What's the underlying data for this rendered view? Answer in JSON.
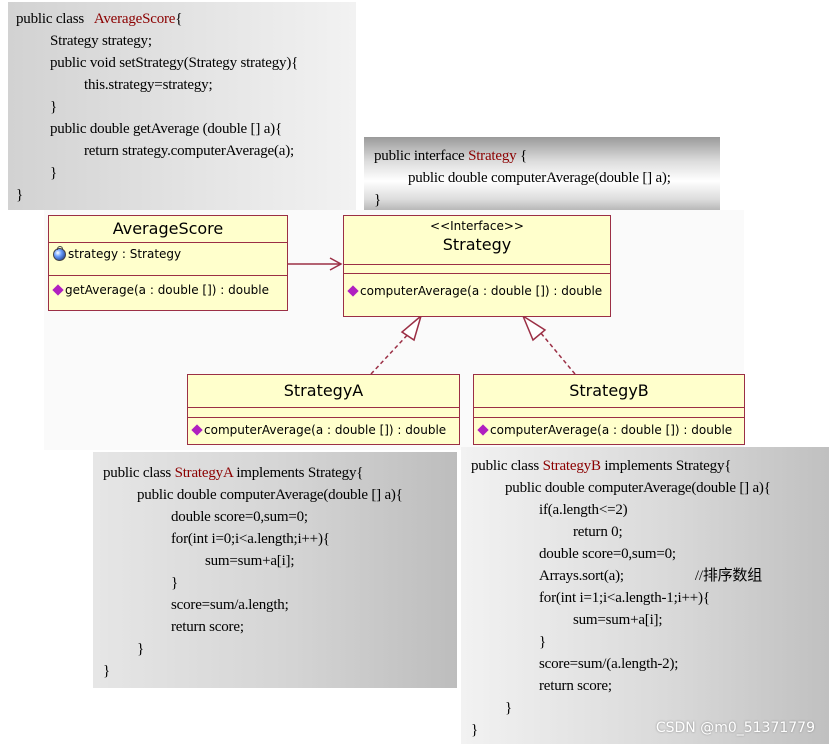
{
  "code_average_score": [
    {
      "indent": 0,
      "pre": "public class   ",
      "name": "AverageScore",
      "post": "{"
    },
    {
      "indent": 1,
      "pre": "Strategy strategy;",
      "name": "",
      "post": ""
    },
    {
      "indent": 1,
      "pre": "public void setStrategy(Strategy strategy){",
      "name": "",
      "post": ""
    },
    {
      "indent": 2,
      "pre": "this.strategy=strategy;",
      "name": "",
      "post": ""
    },
    {
      "indent": 1,
      "pre": "}",
      "name": "",
      "post": ""
    },
    {
      "indent": 1,
      "pre": "public double getAverage (double [] a){",
      "name": "",
      "post": ""
    },
    {
      "indent": 2,
      "pre": "return strategy.computerAverage(a);",
      "name": "",
      "post": ""
    },
    {
      "indent": 1,
      "pre": "}",
      "name": "",
      "post": ""
    },
    {
      "indent": 0,
      "pre": "}",
      "name": "",
      "post": ""
    }
  ],
  "code_strategy": [
    {
      "indent": 0,
      "pre": "public interface ",
      "name": "Strategy",
      "post": " {"
    },
    {
      "indent": 1,
      "pre": "public double computerAverage(double [] a);",
      "name": "",
      "post": ""
    },
    {
      "indent": 0,
      "pre": "}",
      "name": "",
      "post": ""
    }
  ],
  "code_strategy_a": [
    {
      "indent": 0,
      "pre": "public class ",
      "name": "StrategyA",
      "post": " implements Strategy{"
    },
    {
      "indent": 1,
      "pre": "public double computerAverage(double [] a){",
      "name": "",
      "post": ""
    },
    {
      "indent": 2,
      "pre": "double score=0,sum=0;",
      "name": "",
      "post": ""
    },
    {
      "indent": 2,
      "pre": "for(int i=0;i<a.length;i++){",
      "name": "",
      "post": ""
    },
    {
      "indent": 3,
      "pre": "sum=sum+a[i];",
      "name": "",
      "post": ""
    },
    {
      "indent": 2,
      "pre": "}",
      "name": "",
      "post": ""
    },
    {
      "indent": 2,
      "pre": "score=sum/a.length;",
      "name": "",
      "post": ""
    },
    {
      "indent": 2,
      "pre": "return score;",
      "name": "",
      "post": ""
    },
    {
      "indent": 1,
      "pre": "}",
      "name": "",
      "post": ""
    },
    {
      "indent": 0,
      "pre": "}",
      "name": "",
      "post": ""
    }
  ],
  "code_strategy_b": [
    {
      "indent": 0,
      "pre": "public class ",
      "name": "StrategyB",
      "post": " implements Strategy{"
    },
    {
      "indent": 1,
      "pre": "public double computerAverage(double [] a){",
      "name": "",
      "post": ""
    },
    {
      "indent": 2,
      "pre": "if(a.length<=2)",
      "name": "",
      "post": ""
    },
    {
      "indent": 3,
      "pre": "return 0;",
      "name": "",
      "post": ""
    },
    {
      "indent": 2,
      "pre": "double score=0,sum=0;",
      "name": "",
      "post": ""
    },
    {
      "indent": 2,
      "pre": "Arrays.sort(a);                    //排序数组",
      "name": "",
      "post": ""
    },
    {
      "indent": 2,
      "pre": "for(int i=1;i<a.length-1;i++){",
      "name": "",
      "post": ""
    },
    {
      "indent": 3,
      "pre": "sum=sum+a[i];",
      "name": "",
      "post": ""
    },
    {
      "indent": 2,
      "pre": "}",
      "name": "",
      "post": ""
    },
    {
      "indent": 2,
      "pre": "score=sum/(a.length-2);",
      "name": "",
      "post": ""
    },
    {
      "indent": 2,
      "pre": "return score;",
      "name": "",
      "post": ""
    },
    {
      "indent": 1,
      "pre": "}",
      "name": "",
      "post": ""
    },
    {
      "indent": 0,
      "pre": "}",
      "name": "",
      "post": ""
    }
  ],
  "uml": {
    "average_score": {
      "title": "AverageScore",
      "attribute": "strategy : Strategy",
      "operation": "getAverage(a : double []) : double"
    },
    "strategy": {
      "stereotype": "<<Interface>>",
      "title": "Strategy",
      "operation": "computerAverage(a : double []) : double"
    },
    "strategy_a": {
      "title": "StrategyA",
      "operation": "computerAverage(a : double []) : double"
    },
    "strategy_b": {
      "title": "StrategyB",
      "operation": "computerAverage(a : double []) : double"
    }
  },
  "colors": {
    "uml_fill": "#ffffcc",
    "uml_border": "#9b2f45",
    "class_name_highlight": "#8b0000",
    "op_icon": "#b020c0"
  },
  "icons": {
    "operation": "diamond-operation-icon",
    "attribute": "field-attribute-icon"
  },
  "watermark": "CSDN @m0_51371779"
}
